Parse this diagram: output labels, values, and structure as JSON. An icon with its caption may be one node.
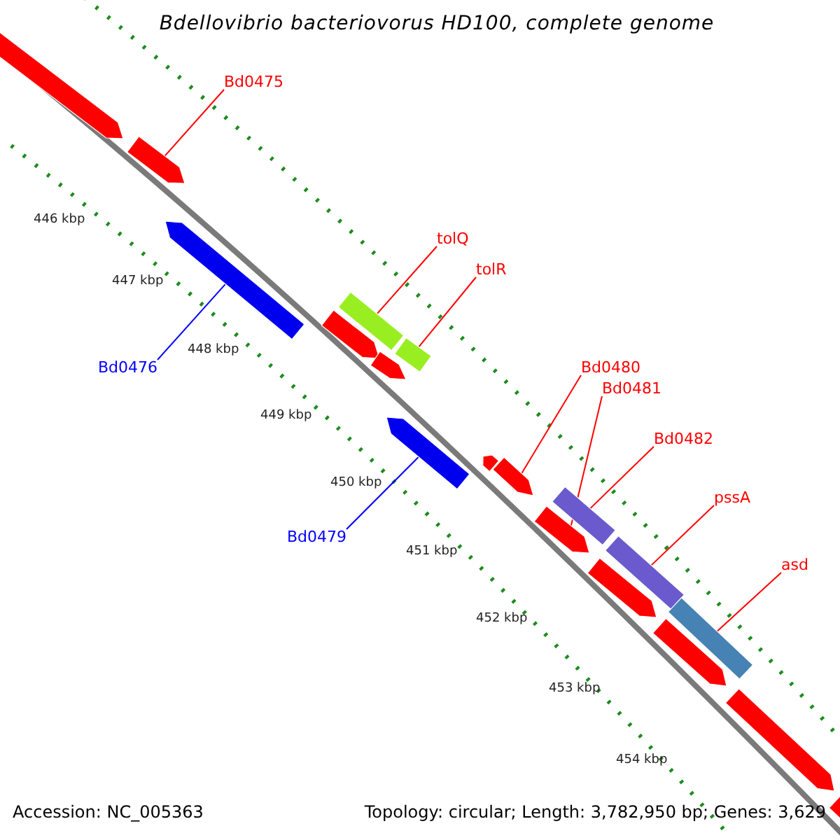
{
  "diagram": {
    "title": "Bdellovibrio bacteriovorus HD100, complete genome",
    "nodes": [
      {
        "text": [
          "Bd0475"
        ]
      },
      {
        "text": [
          "Bd0476"
        ]
      },
      {
        "text": [
          "tolQ"
        ]
      },
      {
        "text": [
          "tolR"
        ]
      },
      {
        "text": [
          "Bd0480"
        ]
      },
      {
        "text": [
          "Bd0481"
        ]
      },
      {
        "text": [
          "Bd0482"
        ]
      },
      {
        "text": [
          "pssA"
        ]
      },
      {
        "text": [
          "asd"
        ]
      },
      {
        "text": [
          "Bd0479"
        ]
      },
      {
        "text": [],
        "shape": "arrow"
      },
      {
        "text": [],
        "shape": "arrow"
      },
      {
        "text": [],
        "shape": "arrow"
      },
      {
        "text": [],
        "shape": "arrow"
      },
      {
        "text": [],
        "shape": "arrow"
      },
      {
        "text": [],
        "shape": "arrow"
      },
      {
        "text": [],
        "shape": "arrow"
      },
      {
        "text": [],
        "shape": "arrow"
      },
      {
        "text": [],
        "shape": "arrow"
      },
      {
        "text": [],
        "shape": "arrow"
      },
      {
        "text": [],
        "shape": "arrow"
      },
      {
        "text": [],
        "shape": "arrow"
      },
      {
        "text": [],
        "shape": "arrow"
      },
      {
        "text": [],
        "shape": "arrow"
      },
      {
        "text": [],
        "shape": "arrow"
      },
      {
        "text": [],
        "shape": "arrow"
      },
      {
        "text": [],
        "shape": "arrow"
      },
      {
        "text": [],
        "shape": "arrow"
      }
    ],
    "edges": [
      {
        "from": 0,
        "to": 11,
        "arrow": "none"
      },
      {
        "from": 1,
        "to": 12,
        "arrow": "none",
        "color": "#0000ff"
      },
      {
        "from": 2,
        "to": 13,
        "arrow": "none"
      },
      {
        "from": 3,
        "to": 14,
        "arrow": "none"
      },
      {
        "from": 4,
        "to": 19,
        "arrow": "none"
      },
      {
        "from": 5,
        "to": 20,
        "arrow": "none"
      },
      {
        "from": 6,
        "to": 21,
        "arrow": "none"
      },
      {
        "from": 7,
        "to": 22,
        "arrow": "none"
      },
      {
        "from": 8,
        "to": 23,
        "arrow": "none"
      },
      {
        "from": 9,
        "to": 17,
        "arrow": "none",
        "color": "#0000ff"
      }
    ],
    "labels": [
      "446 kbp",
      "447 kbp",
      "448 kbp",
      "449 kbp",
      "450 kbp",
      "451 kbp",
      "452 kbp",
      "453 kbp",
      "454 kbp",
      "Accession: NC_005363",
      "Topology: circular; Length: 3,782,950 bp; Genes: 3,629"
    ]
  }
}
